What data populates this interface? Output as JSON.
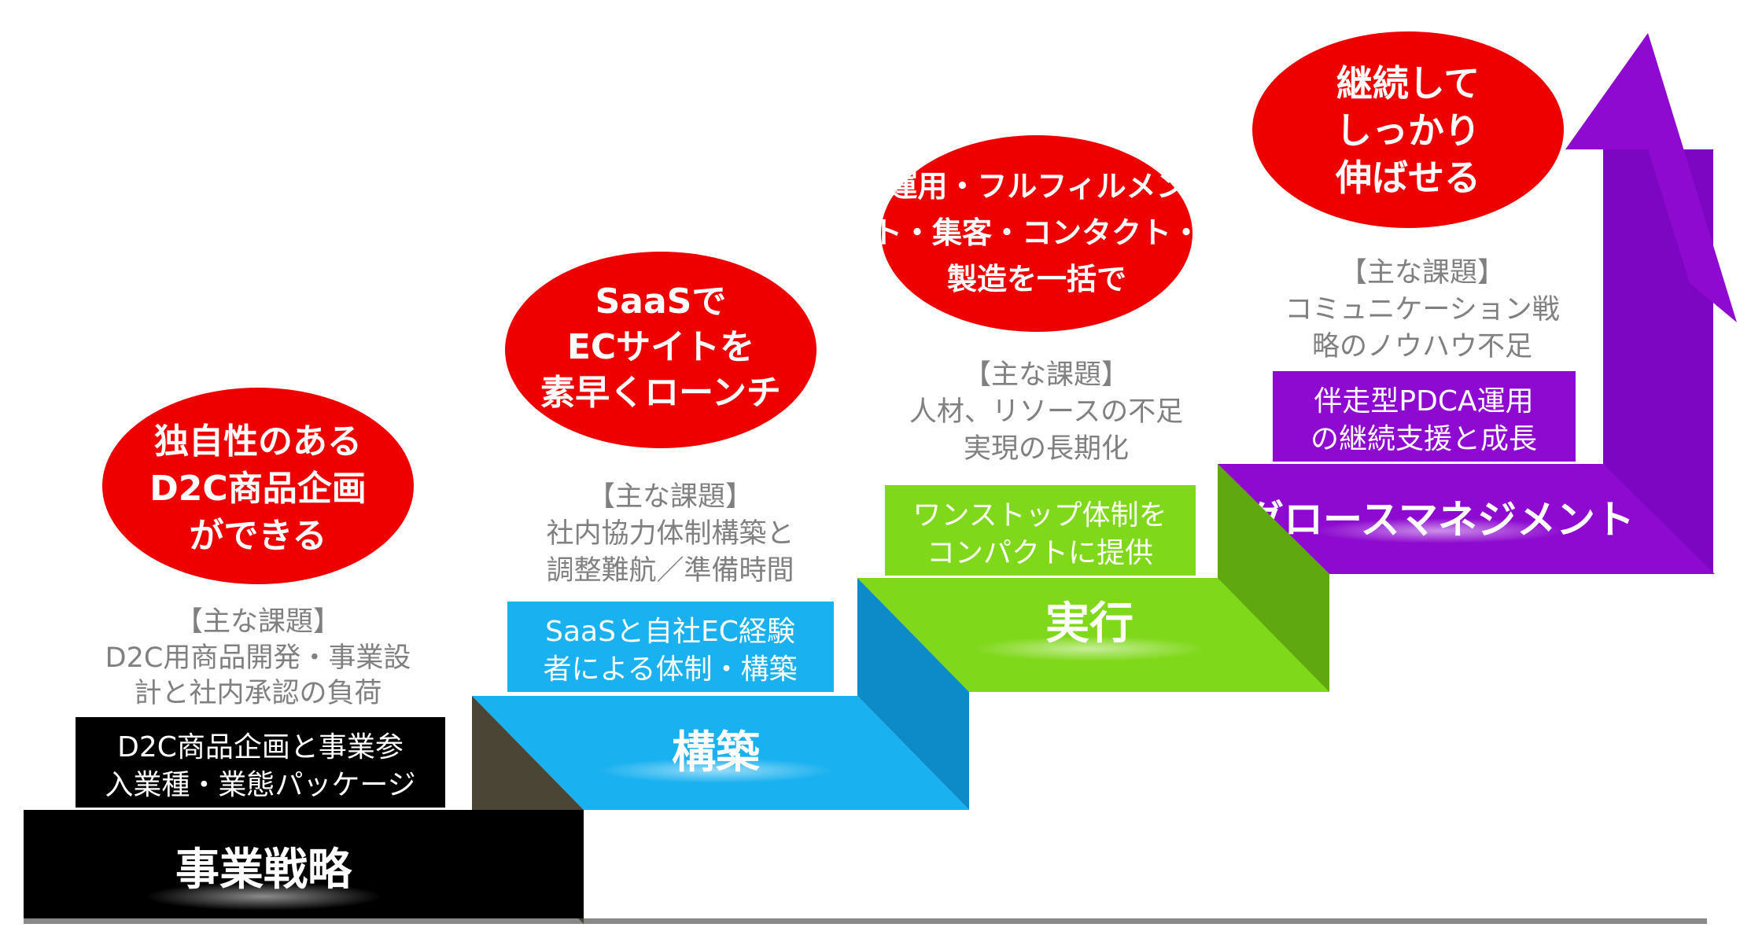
{
  "colors": {
    "step1": "#000000",
    "step2": "#1ab1f0",
    "step3": "#7fd81a",
    "step4": "#8e0ad0",
    "bubble": "#ee0000",
    "issue_text": "#808080",
    "floor": "#888888"
  },
  "stages": [
    {
      "label": "事業戦略",
      "bubble_lines": [
        "独自性のある",
        "D2C商品企画",
        "ができる"
      ],
      "issue_lines": [
        "【主な課題】",
        "D2C用商品開発・事業設",
        "計と社内承認の負荷"
      ],
      "solution_lines": [
        "D2C商品企画と事業参",
        "入業種・業態パッケージ"
      ]
    },
    {
      "label": "構築",
      "bubble_lines": [
        "SaaSで",
        "ECサイトを",
        "素早くローンチ"
      ],
      "issue_lines": [
        "【主な課題】",
        "社内協力体制構築と",
        "調整難航／準備時間"
      ],
      "solution_lines": [
        "SaaSと自社EC経験",
        "者による体制・構築"
      ]
    },
    {
      "label": "実行",
      "bubble_lines": [
        "運用・フルフィルメン",
        "ト・集客・コンタクト・",
        "製造を一括で"
      ],
      "issue_lines": [
        "【主な課題】",
        "人材、リソースの不足",
        "実現の長期化"
      ],
      "solution_lines": [
        "ワンストップ体制を",
        "コンパクトに提供"
      ]
    },
    {
      "label": "グロースマネジメント",
      "bubble_lines": [
        "継続して",
        "しっかり",
        "伸ばせる"
      ],
      "issue_lines": [
        "【主な課題】",
        "コミュニケーション戦",
        "略のノウハウ不足"
      ],
      "solution_lines": [
        "伴走型PDCA運用",
        "の継続支援と成長"
      ]
    }
  ]
}
